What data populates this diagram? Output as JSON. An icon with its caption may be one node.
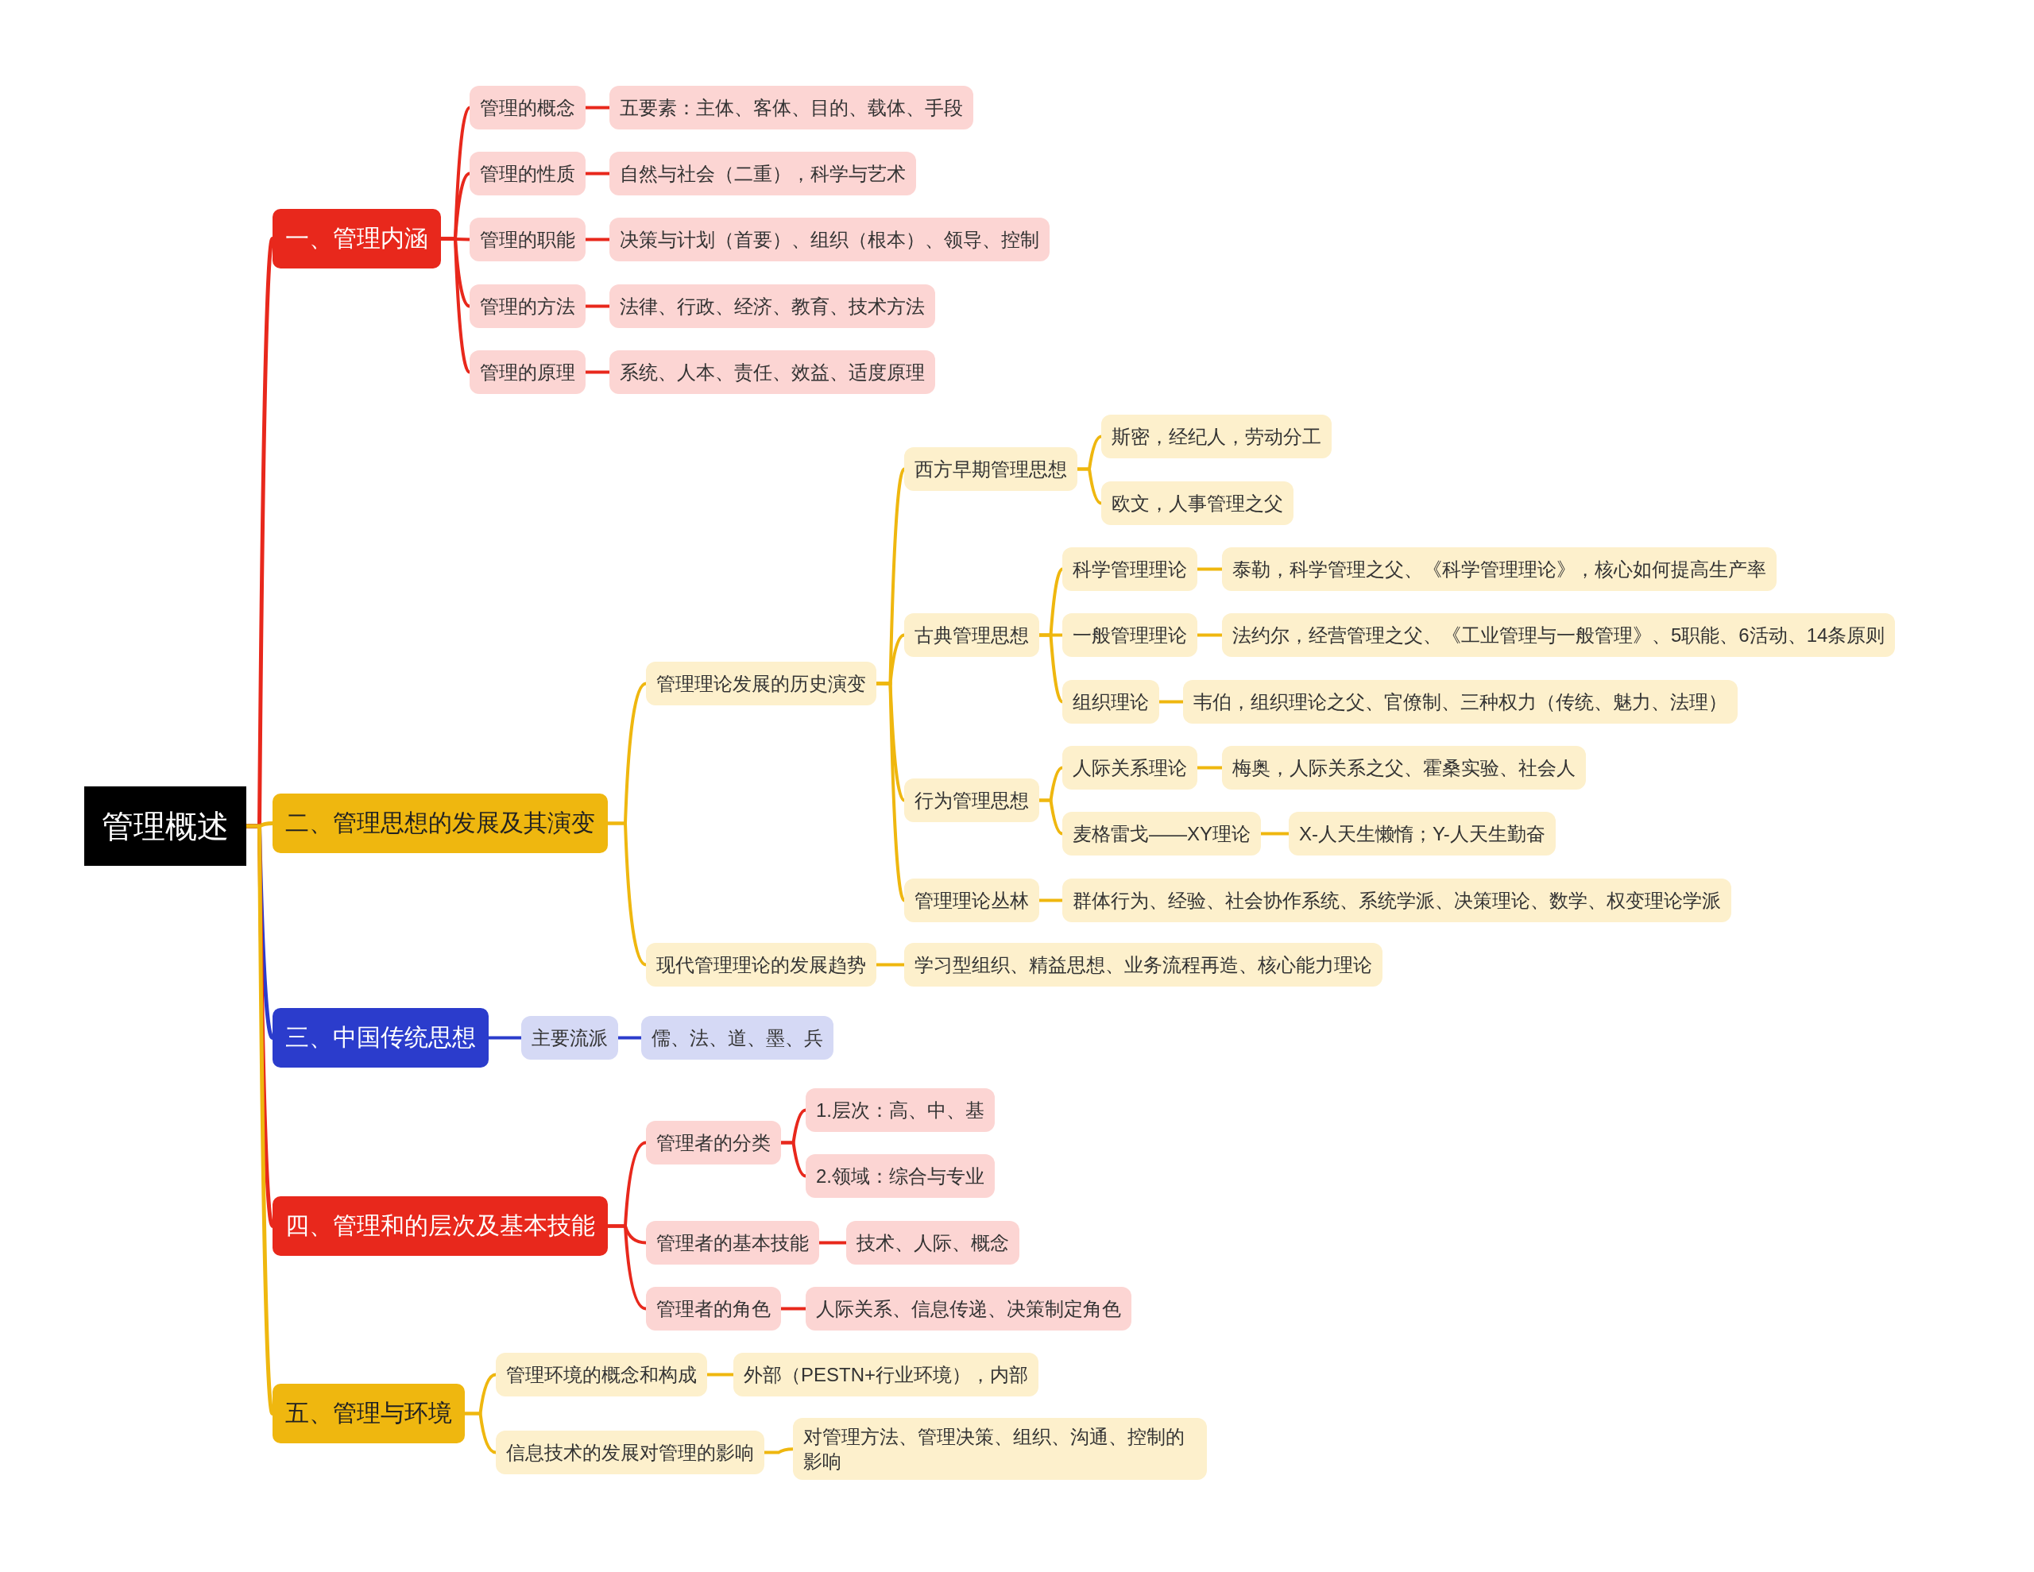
{
  "diagram": {
    "nodes": [
      {
        "text": [
          "管理概述"
        ]
      },
      {
        "text": [
          "一、管理内涵"
        ]
      },
      {
        "text": [
          "管理的概念"
        ]
      },
      {
        "text": [
          "五要素：主体、客体、目的、载体、手段"
        ]
      },
      {
        "text": [
          "管理的性质"
        ]
      },
      {
        "text": [
          "自然与社会（二重），科学与艺术"
        ]
      },
      {
        "text": [
          "管理的职能"
        ]
      },
      {
        "text": [
          "决策与计划（首要）、组织（根本）、领导、控制"
        ]
      },
      {
        "text": [
          "管理的方法"
        ]
      },
      {
        "text": [
          "法律、行政、经济、教育、技术方法"
        ]
      },
      {
        "text": [
          "管理的原理"
        ]
      },
      {
        "text": [
          "系统、人本、责任、效益、适度原理"
        ]
      },
      {
        "text": [
          "二、管理思想的发展及其演变"
        ]
      },
      {
        "text": [
          "管理理论发展的历史演变"
        ]
      },
      {
        "text": [
          "西方早期管理思想"
        ]
      },
      {
        "text": [
          "斯密，经纪人，劳动分工"
        ]
      },
      {
        "text": [
          "欧文，人事管理之父"
        ]
      },
      {
        "text": [
          "古典管理思想"
        ]
      },
      {
        "text": [
          "科学管理理论"
        ]
      },
      {
        "text": [
          "泰勒，科学管理之父、《科学管理理论》，核心如何提高生产率"
        ]
      },
      {
        "text": [
          "一般管理理论"
        ]
      },
      {
        "text": [
          "法约尔，经营管理之父、《工业管理与一般管理》、5职能、6活动、14条原则"
        ]
      },
      {
        "text": [
          "组织理论"
        ]
      },
      {
        "text": [
          "韦伯，组织理论之父、官僚制、三种权力（传统、魅力、法理）"
        ]
      },
      {
        "text": [
          "行为管理思想"
        ]
      },
      {
        "text": [
          "人际关系理论"
        ]
      },
      {
        "text": [
          "梅奥，人际关系之父、霍桑实验、社会人"
        ]
      },
      {
        "text": [
          "麦格雷戈——XY理论"
        ]
      },
      {
        "text": [
          "X-人天生懒惰；Y-人天生勤奋"
        ]
      },
      {
        "text": [
          "管理理论丛林"
        ]
      },
      {
        "text": [
          "群体行为、经验、社会协作系统、系统学派、决策理论、数学、权变理论学派"
        ]
      },
      {
        "text": [
          "现代管理理论的发展趋势"
        ]
      },
      {
        "text": [
          "学习型组织、精益思想、业务流程再造、核心能力理论"
        ]
      },
      {
        "text": [
          "三、中国传统思想"
        ]
      },
      {
        "text": [
          "主要流派"
        ]
      },
      {
        "text": [
          "儒、法、道、墨、兵"
        ]
      },
      {
        "text": [
          "四、管理和的层次及基本技能"
        ]
      },
      {
        "text": [
          "管理者的分类"
        ]
      },
      {
        "text": [
          "1.层次：高、中、基"
        ]
      },
      {
        "text": [
          "2.领域：综合与专业"
        ]
      },
      {
        "text": [
          "管理者的基本技能"
        ]
      },
      {
        "text": [
          "技术、人际、概念"
        ]
      },
      {
        "text": [
          "管理者的角色"
        ]
      },
      {
        "text": [
          "人际关系、信息传递、决策制定角色"
        ]
      },
      {
        "text": [
          "五、管理与环境"
        ]
      },
      {
        "text": [
          "管理环境的概念和构成"
        ]
      },
      {
        "text": [
          "外部（PESTN+行业环境），内部"
        ]
      },
      {
        "text": [
          "信息技术的发展对管理的影响"
        ]
      },
      {
        "text": [
          "对管理方法、管理决策、组织、沟通、控制的影响"
        ]
      }
    ],
    "edges": [
      {
        "from": 0,
        "to": 1,
        "arrow": "none",
        "color": "#e8281c"
      },
      {
        "from": 1,
        "to": 2,
        "arrow": "none",
        "color": "#e8281c"
      },
      {
        "from": 2,
        "to": 3,
        "arrow": "none",
        "color": "#e8281c"
      },
      {
        "from": 1,
        "to": 4,
        "arrow": "none",
        "color": "#e8281c"
      },
      {
        "from": 4,
        "to": 5,
        "arrow": "none",
        "color": "#e8281c"
      },
      {
        "from": 1,
        "to": 6,
        "arrow": "none",
        "color": "#e8281c"
      },
      {
        "from": 6,
        "to": 7,
        "arrow": "none",
        "color": "#e8281c"
      },
      {
        "from": 1,
        "to": 8,
        "arrow": "none",
        "color": "#e8281c"
      },
      {
        "from": 8,
        "to": 9,
        "arrow": "none",
        "color": "#e8281c"
      },
      {
        "from": 1,
        "to": 10,
        "arrow": "none",
        "color": "#e8281c"
      },
      {
        "from": 10,
        "to": 11,
        "arrow": "none",
        "color": "#e8281c"
      },
      {
        "from": 0,
        "to": 12,
        "arrow": "none",
        "color": "#efb70f"
      },
      {
        "from": 12,
        "to": 13,
        "arrow": "none",
        "color": "#efb70f"
      },
      {
        "from": 13,
        "to": 14,
        "arrow": "none",
        "color": "#efb70f"
      },
      {
        "from": 14,
        "to": 15,
        "arrow": "none",
        "color": "#efb70f"
      },
      {
        "from": 14,
        "to": 16,
        "arrow": "none",
        "color": "#efb70f"
      },
      {
        "from": 13,
        "to": 17,
        "arrow": "none",
        "color": "#efb70f"
      },
      {
        "from": 17,
        "to": 18,
        "arrow": "none",
        "color": "#efb70f"
      },
      {
        "from": 18,
        "to": 19,
        "arrow": "none",
        "color": "#efb70f"
      },
      {
        "from": 17,
        "to": 20,
        "arrow": "none",
        "color": "#efb70f"
      },
      {
        "from": 20,
        "to": 21,
        "arrow": "none",
        "color": "#efb70f"
      },
      {
        "from": 17,
        "to": 22,
        "arrow": "none",
        "color": "#efb70f"
      },
      {
        "from": 22,
        "to": 23,
        "arrow": "none",
        "color": "#efb70f"
      },
      {
        "from": 13,
        "to": 24,
        "arrow": "none",
        "color": "#efb70f"
      },
      {
        "from": 24,
        "to": 25,
        "arrow": "none",
        "color": "#efb70f"
      },
      {
        "from": 25,
        "to": 26,
        "arrow": "none",
        "color": "#efb70f"
      },
      {
        "from": 24,
        "to": 27,
        "arrow": "none",
        "color": "#efb70f"
      },
      {
        "from": 27,
        "to": 28,
        "arrow": "none",
        "color": "#efb70f"
      },
      {
        "from": 13,
        "to": 29,
        "arrow": "none",
        "color": "#efb70f"
      },
      {
        "from": 29,
        "to": 30,
        "arrow": "none",
        "color": "#efb70f"
      },
      {
        "from": 12,
        "to": 31,
        "arrow": "none",
        "color": "#efb70f"
      },
      {
        "from": 31,
        "to": 32,
        "arrow": "none",
        "color": "#efb70f"
      },
      {
        "from": 0,
        "to": 33,
        "arrow": "none",
        "color": "#2b3ccc"
      },
      {
        "from": 33,
        "to": 34,
        "arrow": "none",
        "color": "#2b3ccc"
      },
      {
        "from": 34,
        "to": 35,
        "arrow": "none",
        "color": "#2b3ccc"
      },
      {
        "from": 0,
        "to": 36,
        "arrow": "none",
        "color": "#e8281c"
      },
      {
        "from": 36,
        "to": 37,
        "arrow": "none",
        "color": "#e8281c"
      },
      {
        "from": 37,
        "to": 38,
        "arrow": "none",
        "color": "#e8281c"
      },
      {
        "from": 37,
        "to": 39,
        "arrow": "none",
        "color": "#e8281c"
      },
      {
        "from": 36,
        "to": 40,
        "arrow": "none",
        "color": "#e8281c"
      },
      {
        "from": 40,
        "to": 41,
        "arrow": "none",
        "color": "#e8281c"
      },
      {
        "from": 36,
        "to": 42,
        "arrow": "none",
        "color": "#e8281c"
      },
      {
        "from": 42,
        "to": 43,
        "arrow": "none",
        "color": "#e8281c"
      },
      {
        "from": 0,
        "to": 44,
        "arrow": "none",
        "color": "#efb70f"
      },
      {
        "from": 44,
        "to": 45,
        "arrow": "none",
        "color": "#efb70f"
      },
      {
        "from": 45,
        "to": 46,
        "arrow": "none",
        "color": "#efb70f"
      },
      {
        "from": 44,
        "to": 47,
        "arrow": "none",
        "color": "#efb70f"
      },
      {
        "from": 47,
        "to": 48,
        "arrow": "none",
        "color": "#efb70f"
      }
    ]
  }
}
